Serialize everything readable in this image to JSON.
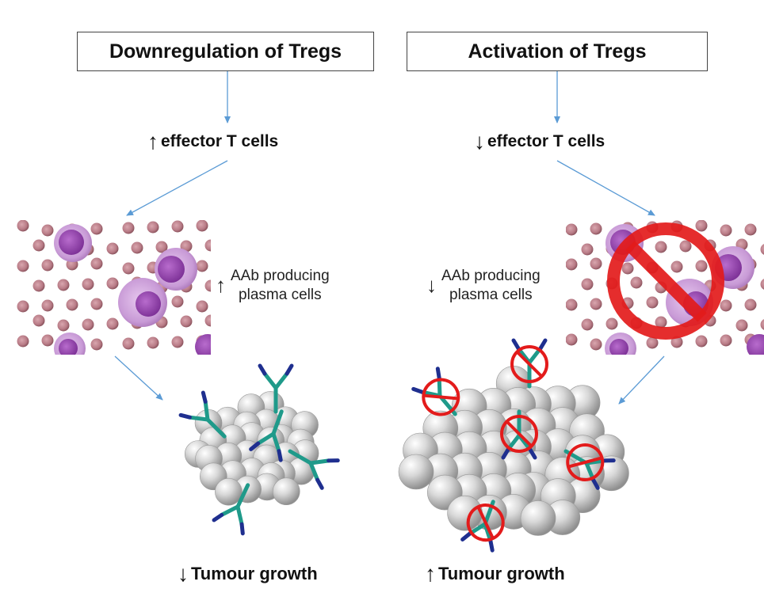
{
  "left": {
    "title": "Downregulation of Tregs",
    "effector": {
      "direction": "up",
      "arrow": "↑",
      "text": "effector T cells"
    },
    "aab": {
      "direction": "up",
      "arrow": "↑",
      "line1": "AAb producing",
      "line2": "plasma cells"
    },
    "outcome": {
      "direction": "down",
      "arrow": "↓",
      "text": "Tumour growth"
    },
    "antibodies_blocked": false
  },
  "right": {
    "title": "Activation of Tregs",
    "effector": {
      "direction": "down",
      "arrow": "↓",
      "text": "effector T cells"
    },
    "aab": {
      "direction": "down",
      "arrow": "↓",
      "line1": "AAb producing",
      "line2": "plasma cells"
    },
    "outcome": {
      "direction": "up",
      "arrow": "↑",
      "text": "Tumour growth"
    },
    "antibodies_blocked": true,
    "plasma_cells_blocked": true
  },
  "colors": {
    "arrow": "#5b9bd5",
    "prohibition": "#e31b1b",
    "antibody_stem": "#1f9a8a",
    "antibody_binding": "#1f2f8f",
    "rbc": "#b87b86",
    "plasma_cell": "#9b4fb0",
    "tumour_cell": "#c9c9c9"
  },
  "icons": [
    "prohibition-sign-icon",
    "antibody-icon",
    "tumour-cell-cluster-icon",
    "blood-smear-icon"
  ]
}
